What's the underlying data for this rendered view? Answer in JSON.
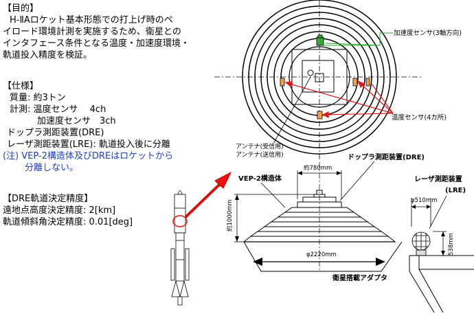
{
  "purpose": {
    "heading": "【目的】",
    "lines": [
      "H-ⅡAロケット基本形態での打上げ時のペ",
      "イロード環境計測を実施するため、衛星との",
      "インタフェース条件となる温度・加速度環境・",
      "軌道投入精度を検証。"
    ]
  },
  "spec": {
    "heading": "【仕様】",
    "mass": "質量: 約3トン",
    "measure_temp": "計測: 温度センサ　 4ch",
    "measure_accel": "加速度センサ　3ch",
    "dre": "ドップラ測距装置(DRE)",
    "lre": "レーザ測距装置(LRE): 軌道投入後に分離",
    "note_line1": "(注) VEP-2構造体及びDREはロケットから",
    "note_line2": "分離しない。"
  },
  "accuracy": {
    "heading": "【DRE軌道決定精度】",
    "line1": "遠地点高度決定精度: 2[km]",
    "line2": "軌道傾斜角決定精度: 0.01[deg]"
  },
  "diagram": {
    "accel_sensor": "加速度センサ(3軸方向)",
    "temp_sensor": "温度センサ(4カ所)",
    "antenna_rx": "アンテナ(受信用)",
    "antenna_tx": "アンテナ(送信用)",
    "vep2": "VEP-2構造体",
    "dim_top": "約780mm",
    "dim_height": "約1000mm",
    "dre_label": "ドップラ測距装置(DRE)",
    "lre_label1": "レーザ測距装置",
    "lre_label2": "(LRE)",
    "dim_lre_dia": "φ510mm",
    "dim_lre_h": "538mm",
    "dim_base": "φ2220mm",
    "adapter": "衛星搭載アダプタ"
  }
}
